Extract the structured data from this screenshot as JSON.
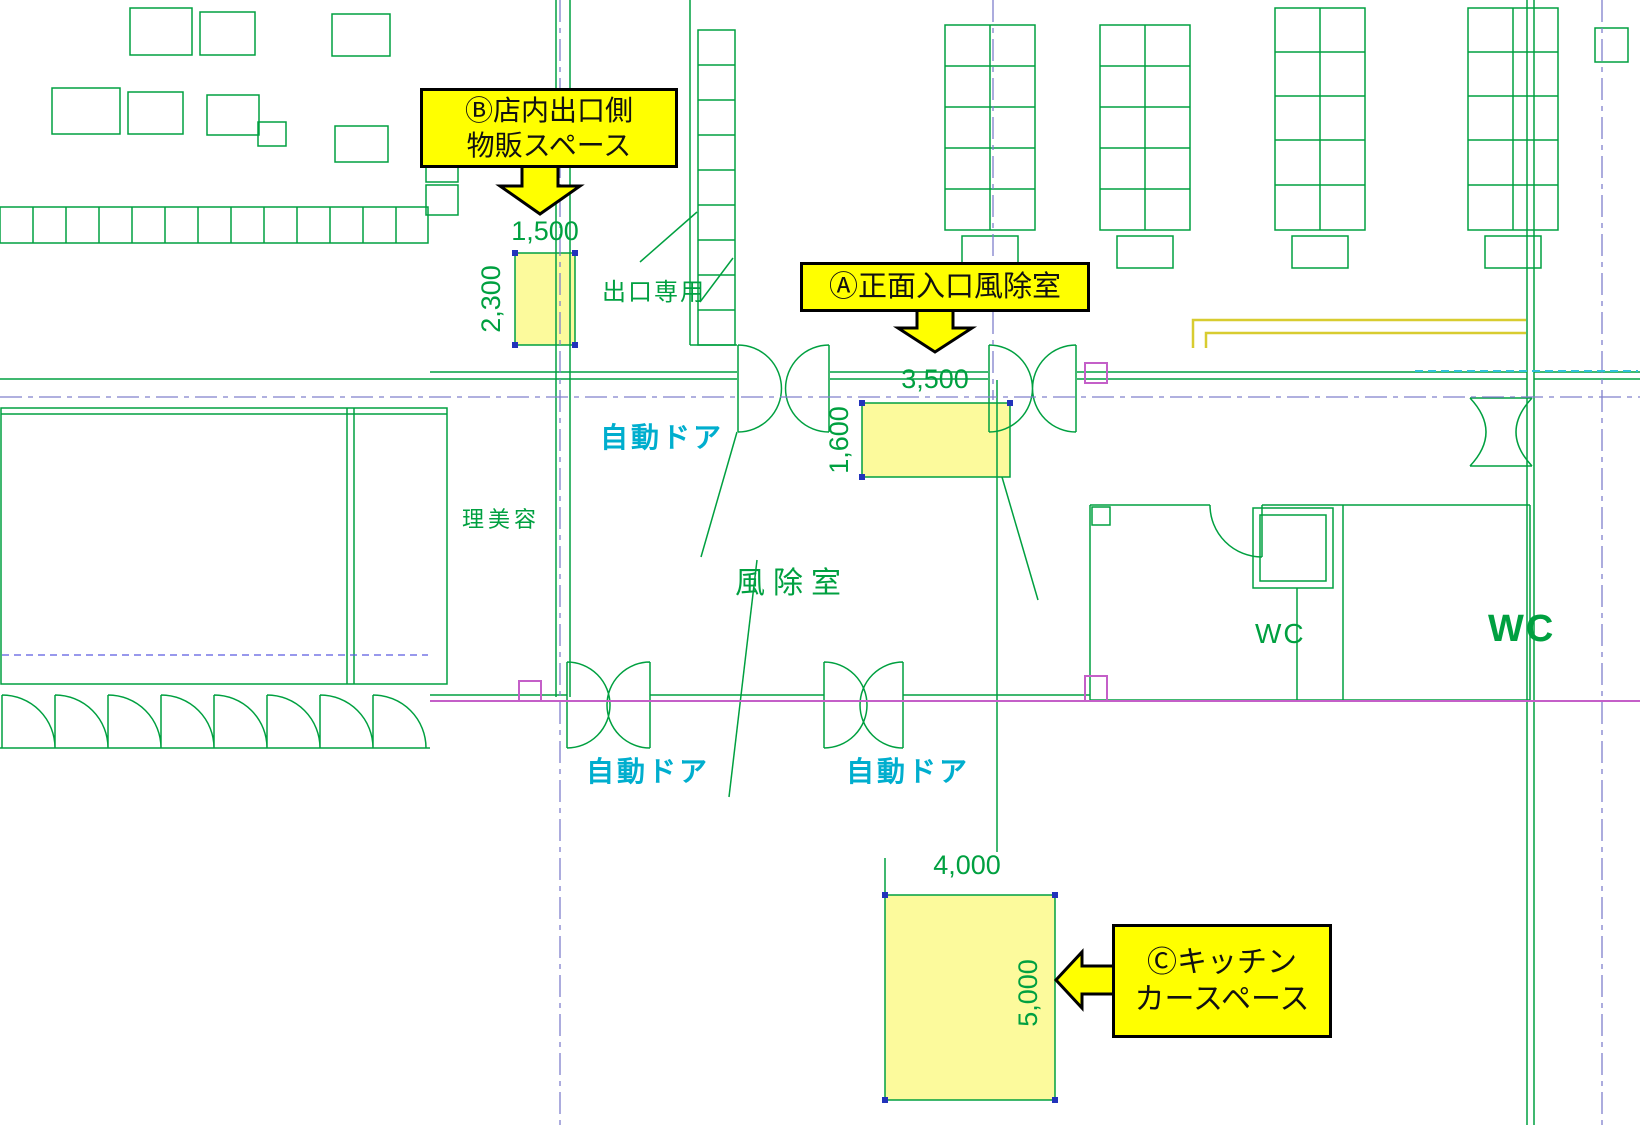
{
  "callouts": {
    "b": {
      "line1": "Ⓑ店内出口側",
      "line2": "物販スペース"
    },
    "a": {
      "label": "Ⓐ正面入口風除室"
    },
    "c": {
      "line1": "Ⓒキッチン",
      "line2": "カースペース"
    }
  },
  "plan_labels": {
    "exit_only": "出口専用",
    "auto_door_top": "自動ドア",
    "auto_door_bottom_left": "自動ドア",
    "auto_door_bottom_center": "自動ドア",
    "barber": "理美容",
    "windbreak_room": "風除室",
    "wc_small": "WC",
    "wc_large": "WC"
  },
  "dimensions": {
    "space_b": {
      "width_mm": "1,500",
      "height_mm": "2,300"
    },
    "space_a": {
      "width_mm": "3,500",
      "height_mm": "1,600"
    },
    "space_c": {
      "width_mm": "4,000",
      "height_mm": "5,000"
    }
  },
  "colors": {
    "cad_green": "#00A040",
    "cyan_text": "#00AECE",
    "highlight_fill": "#FCFA9C",
    "callout_fill": "#FFFF00",
    "callout_border": "#000000",
    "centerline_blue": "#8080CC",
    "magenta_line": "#C45FC8",
    "dim_point_blue": "#2233BB",
    "guide_yellow": "#D8CC30"
  }
}
